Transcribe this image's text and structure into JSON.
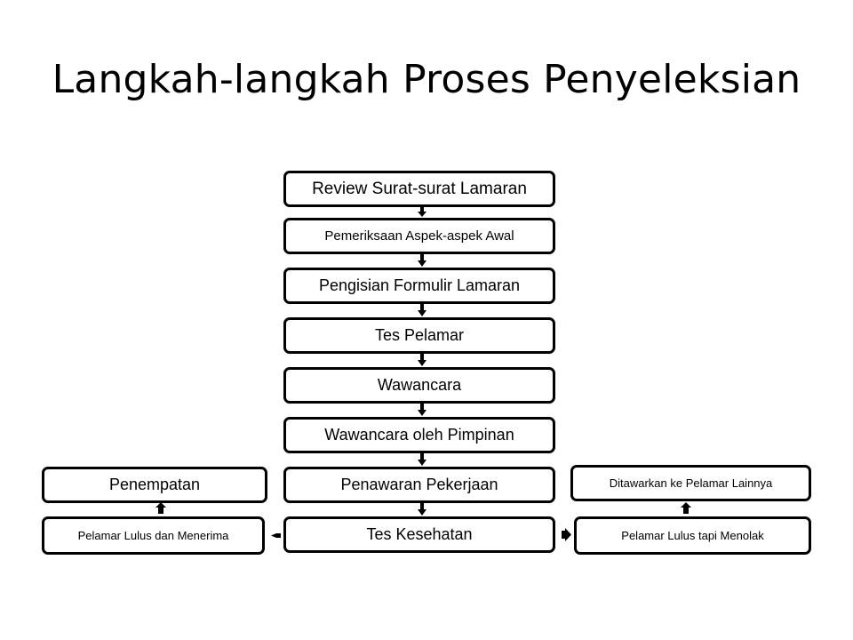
{
  "slide": {
    "title": "Langkah-langkah Proses Penyeleksian"
  },
  "steps": {
    "review": "Review Surat-surat Lamaran",
    "pemeriksaan": "Pemeriksaan  Aspek-aspek  Awal",
    "pengisian": "Pengisian Formulir Lamaran",
    "tes_pelamar": "Tes Pelamar",
    "wawancara": "Wawancara",
    "wawancara_pimpinan": "Wawancara oleh Pimpinan",
    "penawaran": "Penawaran Pekerjaan",
    "tes_kesehatan": "Tes Kesehatan"
  },
  "left_branch": {
    "penempatan": "Penempatan",
    "lulus_menerima": "Pelamar Lulus dan Menerima"
  },
  "right_branch": {
    "ditawarkan": "Ditawarkan ke Pelamar Lainnya",
    "lulus_menolak": "Pelamar Lulus tapi Menolak"
  },
  "colors": {
    "stroke": "#000000",
    "background": "#ffffff"
  }
}
